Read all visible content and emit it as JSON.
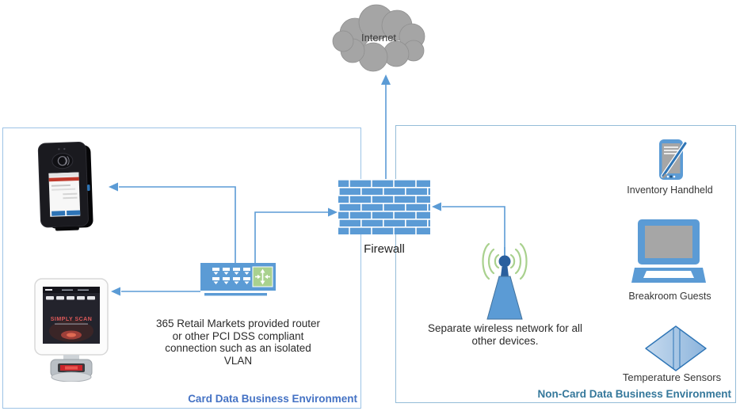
{
  "internet": {
    "label": "Internet"
  },
  "firewall": {
    "label": "Firewall"
  },
  "card_env": {
    "label": "Card Data Business Environment",
    "router_note_lines": [
      "365 Retail Markets provided router",
      "or other PCI DSS compliant",
      "connection such as an isolated",
      "VLAN"
    ],
    "kiosk_screen_text": "SIMPLY SCAN"
  },
  "noncard_env": {
    "label": "Non-Card Data Business Environment",
    "wireless_note_lines": [
      "Separate wireless network for all",
      "other devices."
    ],
    "device_labels": {
      "inventory_handheld": "Inventory Handheld",
      "breakroom_guests": "Breakroom Guests",
      "temperature_sensors": "Temperature Sensors"
    }
  },
  "icons": {
    "internet_cloud": "internet-cloud-icon",
    "firewall_wall": "firewall-brick-wall-icon",
    "router_switch": "router-switch-icon",
    "payment_terminal": "card-payment-terminal-icon",
    "checkout_kiosk": "self-checkout-kiosk-icon",
    "wireless_antenna": "wireless-antenna-icon",
    "inventory_handheld": "handheld-device-icon",
    "laptop": "laptop-icon",
    "temperature_sensor": "temperature-sensor-diamond-icon"
  },
  "colors": {
    "diagram_blue": "#5b9bd5",
    "accent_green": "#a9d18e",
    "cloud_gray": "#a6a6a6",
    "box_border_blue": "#9dc3e6",
    "card_env_label_blue": "#4472c4",
    "noncard_env_label_teal": "#35789b"
  }
}
